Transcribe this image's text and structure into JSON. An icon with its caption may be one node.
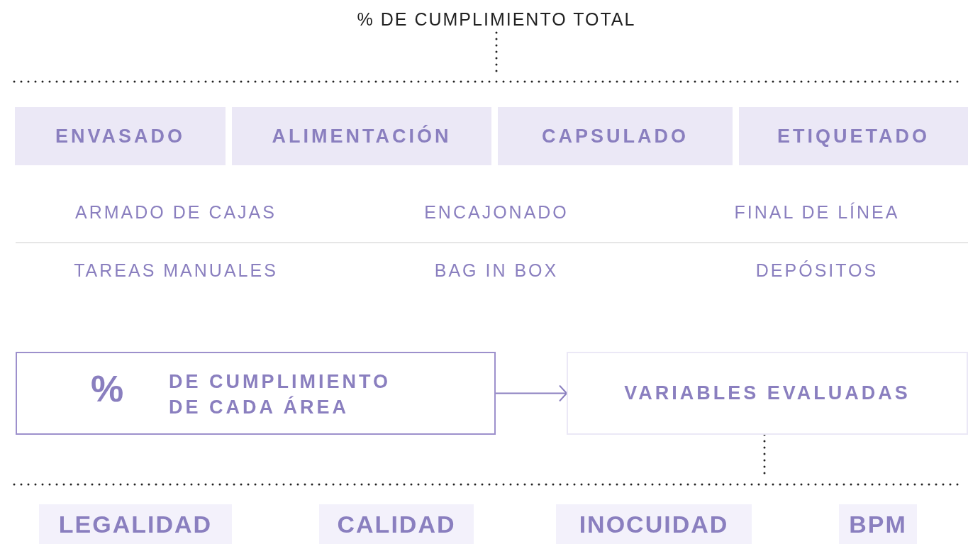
{
  "diagram": {
    "nodes": [
      {
        "text": [
          "% DE CUMPLIMIENTO TOTAL"
        ]
      },
      {
        "text": [
          "ENVASADO"
        ]
      },
      {
        "text": [
          "ALIMENTACIÓN"
        ]
      },
      {
        "text": [
          "CAPSULADO"
        ]
      },
      {
        "text": [
          "ETIQUETADO"
        ]
      },
      {
        "text": [
          "%",
          "DE CUMPLIMIENTO DE CADA ÁREA"
        ]
      },
      {
        "text": [
          "VARIABLES EVALUADAS"
        ]
      },
      {
        "text": [
          "LEGALIDAD"
        ]
      },
      {
        "text": [
          "CALIDAD"
        ]
      },
      {
        "text": [
          "INOCUIDAD"
        ]
      },
      {
        "text": [
          "BPM"
        ]
      }
    ],
    "edges": [
      {
        "from": 5,
        "to": 6,
        "arrow": "to",
        "color": "#8a7fbf"
      },
      {
        "from": 0,
        "to": null,
        "arrow": "none",
        "style": "dashed"
      },
      {
        "from": 6,
        "to": null,
        "arrow": "none",
        "style": "dashed"
      }
    ],
    "labels": [
      "ARMADO DE CAJAS",
      "ENCAJONADO",
      "FINAL DE LÍNEA",
      "TAREAS MANUALES",
      "BAG IN BOX",
      "DEPÓSITOS"
    ]
  }
}
